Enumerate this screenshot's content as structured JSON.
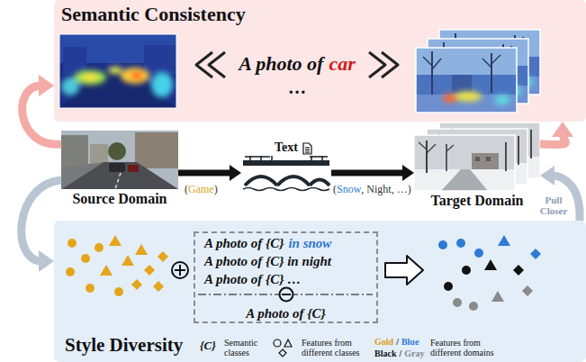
{
  "diagram": {
    "nodes": [
      {
        "text": [
          "Semantic Consistency"
        ]
      },
      {
        "text": [
          "Source Domain"
        ]
      },
      {
        "text": [
          "Text"
        ]
      },
      {
        "text": [
          "Target Domain"
        ]
      },
      {
        "text": [
          "Style Diversity"
        ]
      },
      {
        "text": [
          "A photo of {C}",
          "in snow",
          "A photo of {C} in night",
          "A photo of {C} …",
          "A photo of {C}"
        ],
        "in": 4
      }
    ],
    "edges": [
      {
        "from": 1,
        "to": 2,
        "arrow": "to"
      },
      {
        "from": 2,
        "to": 3,
        "arrow": "to"
      },
      {
        "from": 1,
        "to": 0,
        "arrow": "to"
      },
      {
        "from": 3,
        "to": 0,
        "arrow": "to"
      },
      {
        "from": 1,
        "to": 4,
        "arrow": "to"
      },
      {
        "from": 4,
        "to": 3,
        "label": "Pull Closer",
        "arrow": "to"
      }
    ],
    "labels": [
      "A photo of",
      "car",
      "…",
      "(",
      "Game",
      ")",
      "(",
      "Snow",
      ", Night, …)",
      "{C}",
      "Gold",
      "/",
      "Blue",
      "Black",
      "/",
      "Gray"
    ],
    "legend": [
      {
        "text": "Semantic classes"
      },
      {
        "text": "Features from different classes"
      },
      {
        "text": "Features from different domains"
      }
    ]
  }
}
